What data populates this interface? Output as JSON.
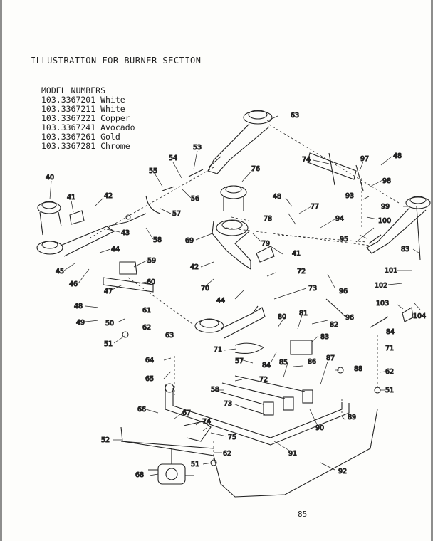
{
  "title": "ILLUSTRATION FOR BURNER SECTION",
  "models": {
    "header": "MODEL NUMBERS",
    "rows": [
      "103.3367201 White",
      "103.3367211 White",
      "103.3367221 Copper",
      "103.3367241 Avocado",
      "103.3367261 Gold",
      "103.3367281 Chrome"
    ]
  },
  "page_number": "85",
  "callouts": [
    "40",
    "41",
    "42",
    "43",
    "44",
    "45",
    "46",
    "47",
    "48",
    "49",
    "50",
    "51",
    "52",
    "53",
    "54",
    "55",
    "56",
    "57",
    "58",
    "59",
    "60",
    "61",
    "62",
    "63",
    "64",
    "65",
    "66",
    "67",
    "68",
    "69",
    "70",
    "71",
    "72",
    "73",
    "74",
    "75",
    "76",
    "77",
    "78",
    "79",
    "80",
    "81",
    "82",
    "83",
    "84",
    "85",
    "86",
    "87",
    "88",
    "89",
    "90",
    "91",
    "92",
    "93",
    "94",
    "95",
    "96",
    "97",
    "98",
    "99",
    "100",
    "101",
    "102",
    "103",
    "104"
  ]
}
